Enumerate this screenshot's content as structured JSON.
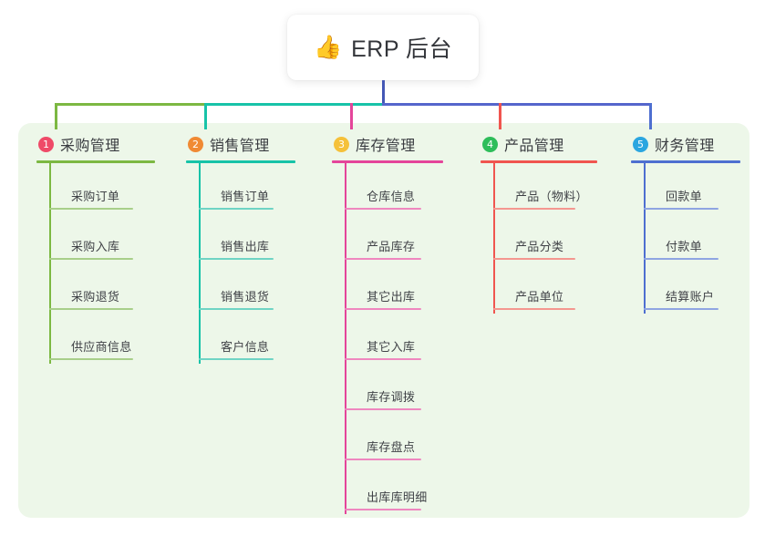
{
  "root": {
    "icon": "thumbs-up-icon",
    "emoji": "👍",
    "title": "ERP 后台"
  },
  "palette": {
    "panel_bg": "#edf7e9",
    "page_bg": "#ffffff",
    "stem": "#4457b5",
    "bar_right": "#5566cc",
    "text": "#3a3c41"
  },
  "branches": [
    {
      "number": "1",
      "title": "采购管理",
      "badge_color": "#ef4a68",
      "line_color": "#7cb842",
      "leaf_line_color": "#a8cf8a",
      "items": [
        {
          "label": "采购订单"
        },
        {
          "label": "采购入库"
        },
        {
          "label": "采购退货"
        },
        {
          "label": "供应商信息"
        }
      ]
    },
    {
      "number": "2",
      "title": "销售管理",
      "badge_color": "#f08a34",
      "line_color": "#17c3a8",
      "leaf_line_color": "#6fd4c4",
      "items": [
        {
          "label": "销售订单"
        },
        {
          "label": "销售出库"
        },
        {
          "label": "销售退货"
        },
        {
          "label": "客户信息"
        }
      ]
    },
    {
      "number": "3",
      "title": "库存管理",
      "badge_color": "#f5c13a",
      "line_color": "#e4459a",
      "leaf_line_color": "#ef87bf",
      "items": [
        {
          "label": "仓库信息"
        },
        {
          "label": "产品库存"
        },
        {
          "label": "其它出库"
        },
        {
          "label": "其它入库"
        },
        {
          "label": "库存调拨"
        },
        {
          "label": "库存盘点"
        },
        {
          "label": "出库库明细"
        }
      ]
    },
    {
      "number": "4",
      "title": "产品管理",
      "badge_color": "#2ebd5a",
      "line_color": "#f0554f",
      "leaf_line_color": "#f49790",
      "items": [
        {
          "label": "产品（物料）"
        },
        {
          "label": "产品分类"
        },
        {
          "label": "产品单位"
        }
      ]
    },
    {
      "number": "5",
      "title": "财务管理",
      "badge_color": "#2ba6e0",
      "line_color": "#4e6fd0",
      "leaf_line_color": "#8fa5e2",
      "items": [
        {
          "label": "回款单"
        },
        {
          "label": "付款单"
        },
        {
          "label": "结算账户"
        }
      ]
    }
  ]
}
